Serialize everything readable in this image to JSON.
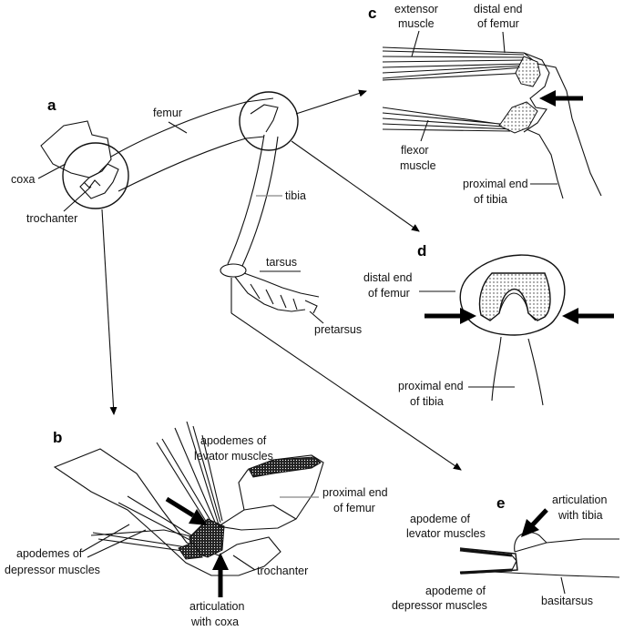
{
  "panels": {
    "a": "a",
    "b": "b",
    "c": "c",
    "d": "d",
    "e": "e"
  },
  "labels": {
    "femur": "femur",
    "coxa": "coxa",
    "trochanter": "trochanter",
    "tibia": "tibia",
    "tarsus": "tarsus",
    "pretarsus": "pretarsus",
    "extensor_1": "extensor",
    "extensor_2": "muscle",
    "distal_femur_c_1": "distal end",
    "distal_femur_c_2": "of femur",
    "flexor_1": "flexor",
    "flexor_2": "muscle",
    "proximal_tibia_c_1": "proximal end",
    "proximal_tibia_c_2": "of tibia",
    "distal_femur_d_1": "distal end",
    "distal_femur_d_2": "of femur",
    "proximal_tibia_d_1": "proximal end",
    "proximal_tibia_d_2": "of tibia",
    "apodemes_lev_1": "apodemes of",
    "apodemes_lev_2": "levator muscles",
    "proximal_femur_b_1": "proximal end",
    "proximal_femur_b_2": "of femur",
    "apodemes_dep_1": "apodemes of",
    "apodemes_dep_2": "depressor muscles",
    "trochanter_b": "trochanter",
    "artic_coxa_1": "articulation",
    "artic_coxa_2": "with coxa",
    "artic_tibia_1": "articulation",
    "artic_tibia_2": "with tibia",
    "apodeme_lev_e_1": "apodeme of",
    "apodeme_lev_e_2": "levator muscles",
    "apodeme_dep_e_1": "apodeme of",
    "apodeme_dep_e_2": "depressor muscles",
    "basitarsus": "basitarsus"
  }
}
